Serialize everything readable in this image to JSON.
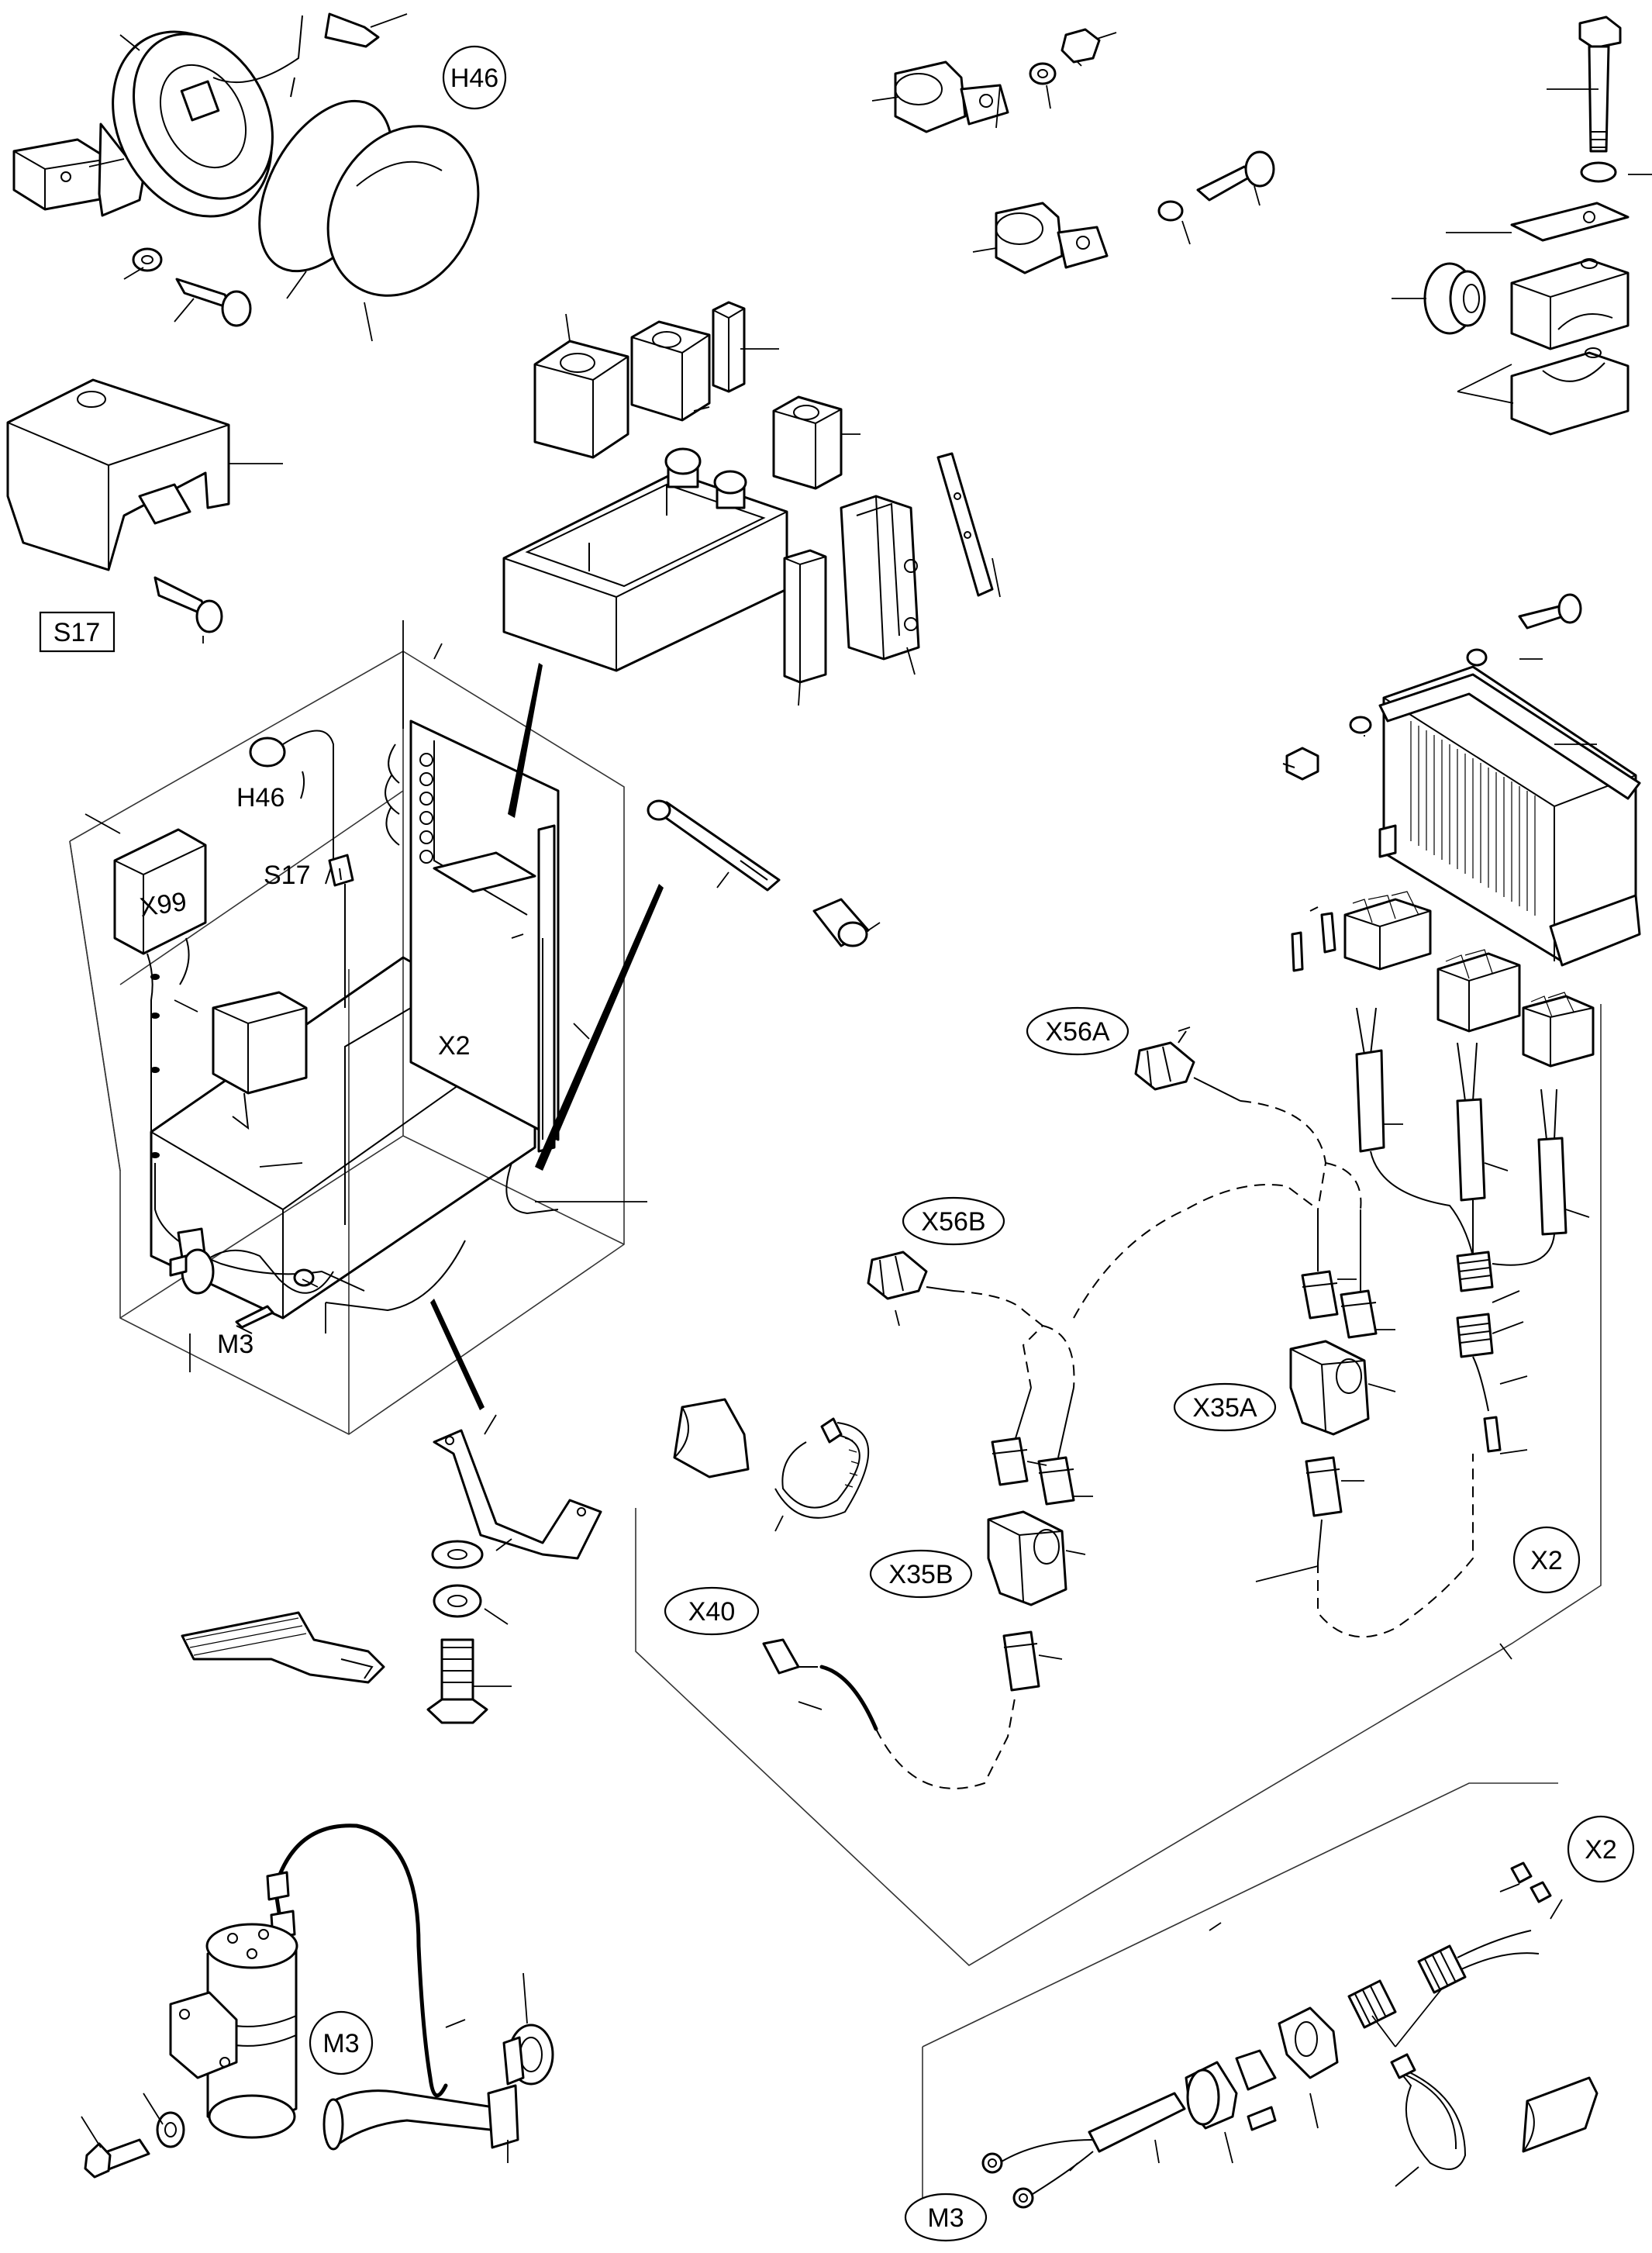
{
  "labels": {
    "h46_top": "H46",
    "s17_top": "S17",
    "h46_box": "H46",
    "s17_box": "S17",
    "x99": "X99",
    "x2_box": "X2",
    "m3_box": "M3",
    "x56a": "X56A",
    "x56b": "X56B",
    "x35a": "X35A",
    "x35b": "X35B",
    "x40": "X40",
    "x2_mid": "X2",
    "x2_bottom": "X2",
    "m3_bottom": "M3",
    "m3_lower": "M3"
  }
}
